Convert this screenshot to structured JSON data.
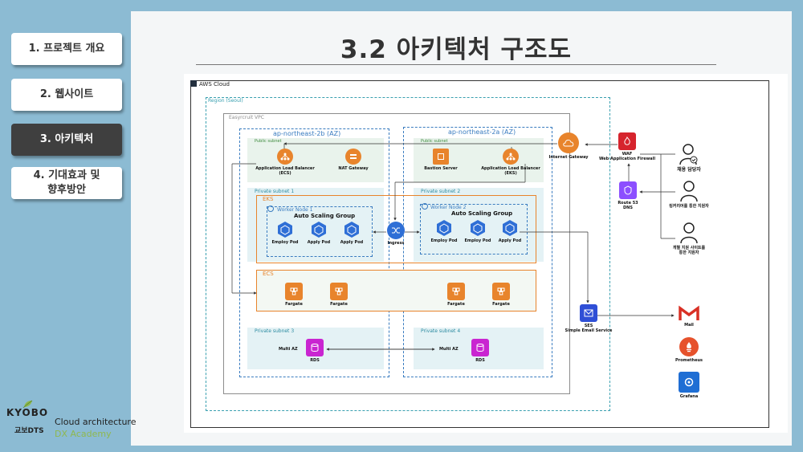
{
  "nav": {
    "item1": "1. 프로젝트 개요",
    "item2": "2. 웹사이트",
    "item3": "3. 아키텍처",
    "item4_line1": "4. 기대효과 및",
    "item4_line2": "향후방안"
  },
  "slide": {
    "title": "3.2 아키텍처 구조도"
  },
  "logo": {
    "brand": "KYOBO",
    "brand_kr": "교보DTS",
    "line1": "Cloud architecture",
    "line2": "DX Academy"
  },
  "diagram": {
    "aws_cloud": "AWS Cloud",
    "region": "Region (Seoul)",
    "vpc": "Easyrcruit VPC",
    "az_left": "ap-northeast-2b (AZ)",
    "az_right": "ap-northeast-2a (AZ)",
    "public_subnet": "Public subnet",
    "private_subnet_1": "Private subnet 1",
    "private_subnet_2": "Private subnet 2",
    "private_subnet_3": "Private subnet 3",
    "private_subnet_4": "Private subnet 4",
    "eks": "EKS",
    "ecs": "ECS",
    "worker_node_1": "Worker Node 1",
    "worker_node_2": "Worker Node 2",
    "asg": "Auto Scaling Group",
    "alb_ecs_1": "Application Load Balancer",
    "alb_ecs_2": "(ECS)",
    "alb_eks_1": "Application Load Balancer",
    "alb_eks_2": "(EKS)",
    "nat": "NAT Gateway",
    "bastion": "Bastion Server",
    "igw": "Internet Gateway",
    "waf_1": "WAF",
    "waf_2": "Web Application Firewall",
    "route53_1": "Route 53",
    "route53_2": "DNS",
    "ingress": "Ingress",
    "pod_employ": "Employ Pod",
    "pod_apply": "Apply Pod",
    "fargate": "Fargate",
    "multi_az": "Multi AZ",
    "rds": "RDS",
    "ses_1": "SES",
    "ses_2": "Simple Email Service",
    "mail": "Mail",
    "prometheus": "Prometheus",
    "grafana": "Grafana",
    "user_1": "채용 담당자",
    "user_2_line1": "링커리어를 통한 지원자",
    "user_3_line1": "개별 지원 사이트를",
    "user_3_line2": "통한 지원자"
  },
  "colors": {
    "frame": "#8cbbd3",
    "active_nav": "#3f3f3f",
    "orange": "#e8842c",
    "blue_pod": "#2f6fd6",
    "purple": "#8c4fff",
    "red_waf": "#d6242d",
    "teal": "#1fa29a",
    "subnet_green": "#e9f3ec",
    "subnet_blue": "#e4f2f5"
  }
}
